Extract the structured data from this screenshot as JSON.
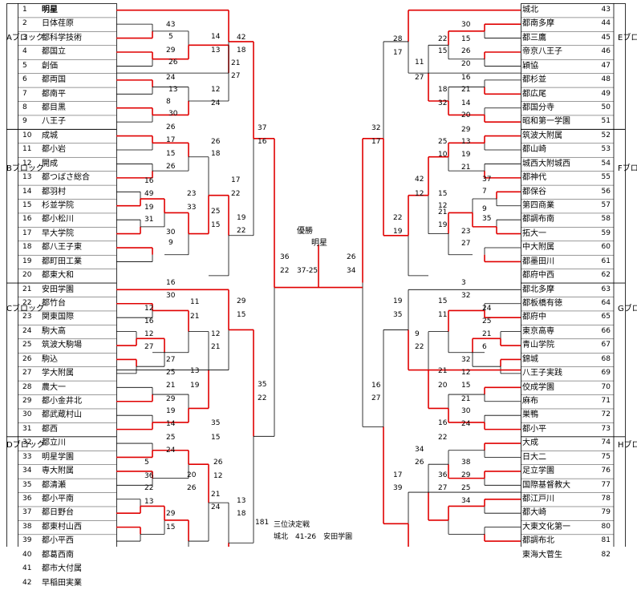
{
  "blocks": {
    "left": [
      "Aブロック",
      "Bブロック",
      "Cブロック",
      "Dブロック"
    ],
    "right": [
      "Eブロック",
      "Fブロック",
      "Gブロック",
      "Hブロック"
    ]
  },
  "teams_left": [
    {
      "no": "1",
      "name": "明星",
      "bold": true
    },
    {
      "no": "2",
      "name": "日体荏原"
    },
    {
      "no": "3",
      "name": "都科学技術"
    },
    {
      "no": "4",
      "name": "都国立"
    },
    {
      "no": "5",
      "name": "創価"
    },
    {
      "no": "6",
      "name": "都両国"
    },
    {
      "no": "7",
      "name": "都南平"
    },
    {
      "no": "8",
      "name": "都目黒"
    },
    {
      "no": "9",
      "name": "八王子"
    },
    {
      "no": "10",
      "name": "成城"
    },
    {
      "no": "11",
      "name": "都小岩"
    },
    {
      "no": "12",
      "name": "開成"
    },
    {
      "no": "13",
      "name": "都つばさ総合"
    },
    {
      "no": "14",
      "name": "都羽村"
    },
    {
      "no": "15",
      "name": "杉並学院"
    },
    {
      "no": "16",
      "name": "都小松川"
    },
    {
      "no": "17",
      "name": "早大学院"
    },
    {
      "no": "18",
      "name": "都八王子東"
    },
    {
      "no": "19",
      "name": "都町田工業"
    },
    {
      "no": "20",
      "name": "都東大和"
    },
    {
      "no": "21",
      "name": "安田学園"
    },
    {
      "no": "22",
      "name": "都竹台"
    },
    {
      "no": "23",
      "name": "関東国際"
    },
    {
      "no": "24",
      "name": "駒大高"
    },
    {
      "no": "25",
      "name": "筑波大駒場"
    },
    {
      "no": "26",
      "name": "駒込"
    },
    {
      "no": "27",
      "name": "学大附属"
    },
    {
      "no": "28",
      "name": "農大一"
    },
    {
      "no": "29",
      "name": "都小金井北"
    },
    {
      "no": "30",
      "name": "都武蔵村山"
    },
    {
      "no": "31",
      "name": "都西"
    },
    {
      "no": "32",
      "name": "都立川"
    },
    {
      "no": "33",
      "name": "明星学園"
    },
    {
      "no": "34",
      "name": "専大附属"
    },
    {
      "no": "35",
      "name": "都清瀬"
    },
    {
      "no": "36",
      "name": "都小平南"
    },
    {
      "no": "37",
      "name": "都日野台"
    },
    {
      "no": "38",
      "name": "都東村山西"
    },
    {
      "no": "39",
      "name": "都小平西"
    },
    {
      "no": "40",
      "name": "都葛西南"
    },
    {
      "no": "41",
      "name": "都市大付属"
    },
    {
      "no": "42",
      "name": "早稲田実業"
    }
  ],
  "teams_right": [
    {
      "no": "43",
      "name": "城北"
    },
    {
      "no": "44",
      "name": "都南多摩"
    },
    {
      "no": "45",
      "name": "都三鷹"
    },
    {
      "no": "46",
      "name": "帝京八王子"
    },
    {
      "no": "47",
      "name": "穎協"
    },
    {
      "no": "48",
      "name": "都杉並"
    },
    {
      "no": "49",
      "name": "都広尾"
    },
    {
      "no": "50",
      "name": "都国分寺"
    },
    {
      "no": "51",
      "name": "昭和第一学園"
    },
    {
      "no": "52",
      "name": "筑波大附属"
    },
    {
      "no": "53",
      "name": "都山崎"
    },
    {
      "no": "54",
      "name": "城西大附城西"
    },
    {
      "no": "55",
      "name": "都神代"
    },
    {
      "no": "56",
      "name": "都保谷"
    },
    {
      "no": "57",
      "name": "第四商業"
    },
    {
      "no": "58",
      "name": "都調布南"
    },
    {
      "no": "59",
      "name": "拓大一"
    },
    {
      "no": "60",
      "name": "中大附属"
    },
    {
      "no": "61",
      "name": "都墨田川"
    },
    {
      "no": "62",
      "name": "都府中西"
    },
    {
      "no": "63",
      "name": "都北多摩"
    },
    {
      "no": "64",
      "name": "都板橋有徳"
    },
    {
      "no": "65",
      "name": "都府中"
    },
    {
      "no": "66",
      "name": "東京高専"
    },
    {
      "no": "67",
      "name": "青山学院"
    },
    {
      "no": "68",
      "name": "錦城"
    },
    {
      "no": "69",
      "name": "八王子実践"
    },
    {
      "no": "70",
      "name": "佼成学園"
    },
    {
      "no": "71",
      "name": "麻布"
    },
    {
      "no": "72",
      "name": "巣鴨"
    },
    {
      "no": "73",
      "name": "都小平"
    },
    {
      "no": "74",
      "name": "大成"
    },
    {
      "no": "75",
      "name": "日大二"
    },
    {
      "no": "76",
      "name": "足立学園"
    },
    {
      "no": "77",
      "name": "国際基督教大"
    },
    {
      "no": "78",
      "name": "都江戸川"
    },
    {
      "no": "79",
      "name": "都大崎"
    },
    {
      "no": "80",
      "name": "大東文化第一"
    },
    {
      "no": "81",
      "name": "都調布北"
    },
    {
      "no": "82",
      "name": "東海大菅生"
    }
  ],
  "scores": [
    "43",
    "5",
    "29",
    "26",
    "24",
    "13",
    "8",
    "30",
    "14",
    "13",
    "12",
    "24",
    "21",
    "27",
    "42",
    "18",
    "26",
    "17",
    "15",
    "26",
    "16",
    "49",
    "19",
    "31",
    "30",
    "9",
    "26",
    "18",
    "23",
    "33",
    "25",
    "15",
    "17",
    "22",
    "19",
    "22",
    "37",
    "16",
    "16",
    "30",
    "12",
    "16",
    "12",
    "27",
    "27",
    "25",
    "21",
    "29",
    "11",
    "21",
    "13",
    "19",
    "12",
    "21",
    "29",
    "15",
    "19",
    "14",
    "25",
    "24",
    "5",
    "36",
    "22",
    "13",
    "29",
    "15",
    "35",
    "15",
    "20",
    "26",
    "21",
    "24",
    "26",
    "12",
    "13",
    "18",
    "35",
    "22",
    "36",
    "22",
    "37-25",
    "26",
    "34",
    "30",
    "15",
    "26",
    "20",
    "16",
    "21",
    "14",
    "20",
    "22",
    "15",
    "18",
    "32",
    "11",
    "27",
    "28",
    "17",
    "29",
    "13",
    "19",
    "21",
    "37",
    "7",
    "9",
    "35",
    "23",
    "27",
    "25",
    "10",
    "15",
    "12",
    "21",
    "19",
    "42",
    "12",
    "22",
    "19",
    "32",
    "17",
    "3",
    "32",
    "24",
    "25",
    "21",
    "6",
    "32",
    "12",
    "15",
    "21",
    "15",
    "11",
    "21",
    "20",
    "9",
    "22",
    "19",
    "35",
    "30",
    "24",
    "38",
    "29",
    "25",
    "34",
    "16",
    "22",
    "36",
    "27",
    "34",
    "26",
    "17",
    "39",
    "16",
    "27"
  ],
  "final": {
    "title": "優勝",
    "winner": "明星"
  },
  "third_place": {
    "no": "181",
    "title": "三位決定戦",
    "result": "城北　41-26　安田学園"
  }
}
